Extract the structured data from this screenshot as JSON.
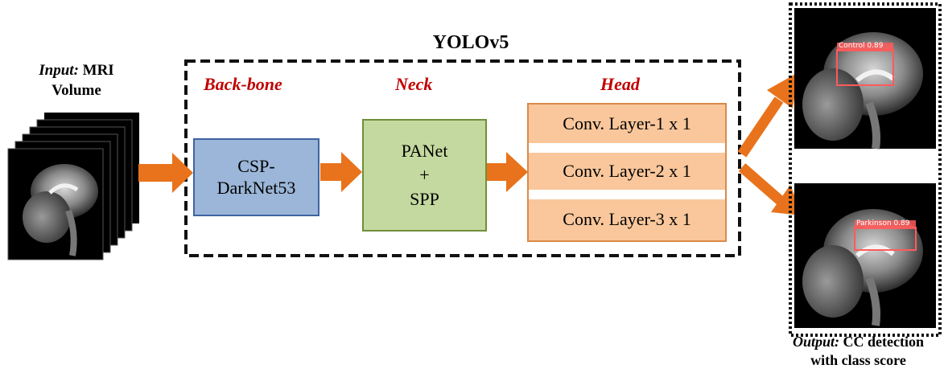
{
  "title": "YOLOv5",
  "input": {
    "prefix": "Input:",
    "line1": "MRI",
    "line2": "Volume"
  },
  "sections": {
    "backbone": "Back-bone",
    "neck": "Neck",
    "head": "Head"
  },
  "backbone_box": {
    "line1": "CSP-",
    "line2": "DarkNet53"
  },
  "neck_box": {
    "line1": "PANet",
    "line2": "+",
    "line3": "SPP"
  },
  "head_layers": [
    "Conv. Layer-1 x 1",
    "Conv. Layer-2 x 1",
    "Conv. Layer-3 x 1"
  ],
  "detections": [
    {
      "label": "Control",
      "score": "0.89"
    },
    {
      "label": "Parkinson",
      "score": "0.89"
    }
  ],
  "output": {
    "prefix": "Output:",
    "line1": "CC detection",
    "line2": "with class score"
  },
  "colors": {
    "arrow": "#e8731c",
    "backbone_fill": "#9bb6d8",
    "backbone_stroke": "#3f63a0",
    "neck_fill": "#c4d99f",
    "neck_stroke": "#6f8f3a",
    "head_fill": "#f9c79b",
    "head_stroke": "#d98a4a",
    "section_label": "#c00000",
    "detect_box": "#ff5a5a"
  }
}
